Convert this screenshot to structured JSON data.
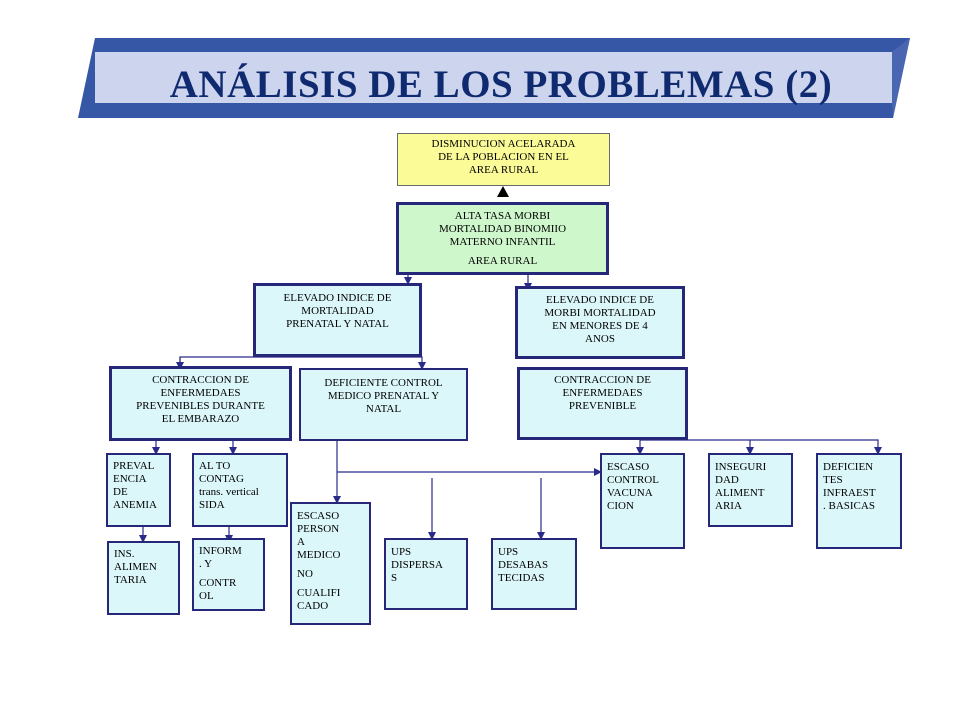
{
  "title": "ANÁLISIS DE LOS PROBLEMAS (2)",
  "colors": {
    "banner_face": "#ccd4ee",
    "banner_frame": "#3656a6",
    "title_text": "#102a70",
    "box_fill": "#dcf7fa",
    "box_border": "#27277a",
    "top_fill": "#fbfb98",
    "second_fill": "#cff7cc",
    "line_color": "#2a2a8a"
  },
  "nodes": {
    "top": [
      "DISMINUCION ACELARADA",
      "DE LA POBLACION EN EL",
      "AREA RURAL"
    ],
    "alta_tasa": [
      "ALTA TASA MORBI",
      "MORTALIDAD BINOMIIO",
      "MATERNO INFANTIL",
      "AREA RURAL"
    ],
    "elevado_mortalidad": [
      "ELEVADO INDICE DE",
      "MORTALIDAD",
      "PRENATAL  Y NATAL"
    ],
    "elevado_morbi": [
      "ELEVADO INDICE DE",
      "MORBI MORTALIDAD",
      "EN  MENORES DE 4",
      "ANOS"
    ],
    "contraccion_embarazo": [
      "CONTRACCION DE",
      "ENFERMEDAES",
      "PREVENIBLES DURANTE",
      "EL EMBARAZO"
    ],
    "deficiente_control": [
      "DEFICIENTE CONTROL",
      "MEDICO PRENATAL  Y",
      "NATAL"
    ],
    "contraccion_prevenible": [
      "CONTRACCION  DE",
      "ENFERMEDAES",
      "PREVENIBLE"
    ],
    "prevalencia": [
      "PREVAL",
      "ENCIA",
      "DE",
      "ANEMIA"
    ],
    "alto_contagio": [
      "AL TO",
      "CONTAG",
      "trans. vertical",
      "SIDA"
    ],
    "ins_alimentaria": [
      "INS.",
      "ALIMEN",
      "TARIA"
    ],
    "inform_control": [
      "INFORM",
      ". Y",
      "CONTR",
      "OL"
    ],
    "escaso_personal": [
      "ESCASO",
      "PERSON",
      "A",
      "MEDICO",
      "NO",
      "CUALIFI",
      "CADO"
    ],
    "ups_dispersas": [
      "UPS",
      "DISPERSA",
      "S"
    ],
    "ups_desabastecidas": [
      "UPS",
      "DESABAS",
      "TECIDAS"
    ],
    "escaso_vacuna": [
      "ESCASO",
      "CONTROL",
      "VACUNA",
      "CION"
    ],
    "inseguridad": [
      "INSEGURI",
      "DAD",
      "ALIMENT",
      "ARIA"
    ],
    "deficientes_infra": [
      "DEFICIEN",
      "TES",
      "INFRAEST",
      ". BASICAS"
    ]
  }
}
